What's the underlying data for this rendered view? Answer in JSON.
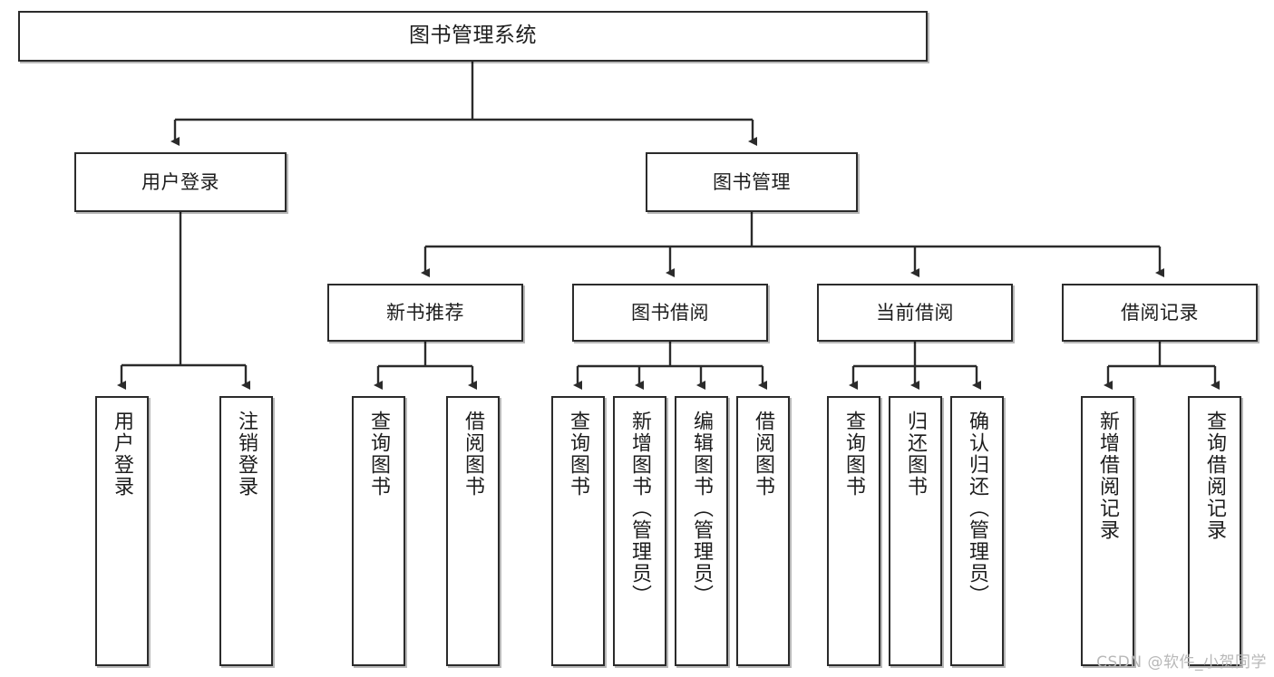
{
  "diagram": {
    "title": "图书管理系统",
    "watermark": "CSDN @软件_小贺同学",
    "colors": {
      "stroke": "#2b2b2b",
      "fill": "#ffffff",
      "text": "#1d1d1d",
      "watermark": "#b8b8b8"
    },
    "nodes": {
      "root": {
        "label": "图书管理系统"
      },
      "level2": [
        {
          "id": "user-login",
          "label": "用户登录"
        },
        {
          "id": "book-manage",
          "label": "图书管理"
        }
      ],
      "level3": [
        {
          "id": "new-book-recommend",
          "label": "新书推荐"
        },
        {
          "id": "book-borrow",
          "label": "图书借阅"
        },
        {
          "id": "current-borrow",
          "label": "当前借阅"
        },
        {
          "id": "borrow-record",
          "label": "借阅记录"
        }
      ],
      "leaves": [
        {
          "id": "leaf-user-login",
          "label": "用户登录",
          "parent": "user-login"
        },
        {
          "id": "leaf-logout-login",
          "label": "注销登录",
          "parent": "user-login"
        },
        {
          "id": "leaf-query-book-1",
          "label": "查询图书",
          "parent": "new-book-recommend"
        },
        {
          "id": "leaf-borrow-book-1",
          "label": "借阅图书",
          "parent": "new-book-recommend"
        },
        {
          "id": "leaf-query-book-2",
          "label": "查询图书",
          "parent": "book-borrow"
        },
        {
          "id": "leaf-add-book",
          "label": "新增图书（管理员）",
          "parent": "book-borrow"
        },
        {
          "id": "leaf-edit-book",
          "label": "编辑图书（管理员）",
          "parent": "book-borrow"
        },
        {
          "id": "leaf-borrow-book-2",
          "label": "借阅图书",
          "parent": "book-borrow"
        },
        {
          "id": "leaf-query-book-3",
          "label": "查询图书",
          "parent": "current-borrow"
        },
        {
          "id": "leaf-return-book",
          "label": "归还图书",
          "parent": "current-borrow"
        },
        {
          "id": "leaf-confirm-return",
          "label": "确认归还（管理员）",
          "parent": "current-borrow"
        },
        {
          "id": "leaf-add-record",
          "label": "新增借阅记录",
          "parent": "borrow-record"
        },
        {
          "id": "leaf-query-record",
          "label": "查询借阅记录",
          "parent": "borrow-record"
        }
      ]
    }
  }
}
